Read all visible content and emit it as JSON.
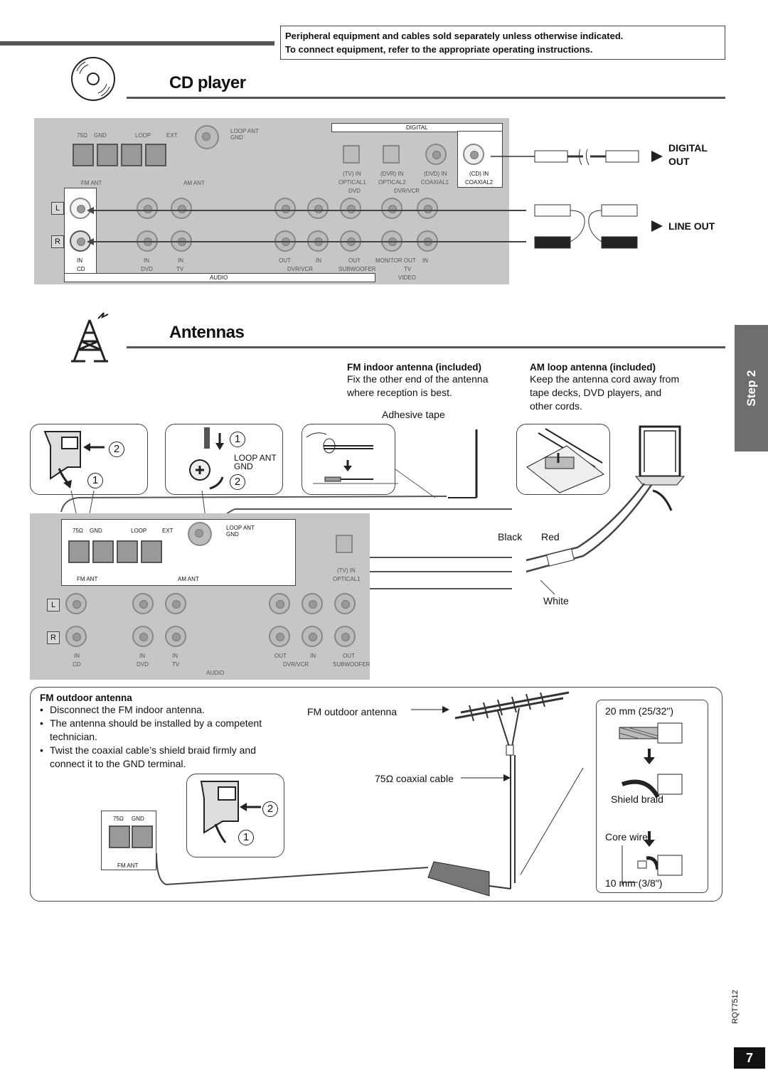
{
  "header": {
    "notice_line1": "Peripheral equipment and cables sold separately unless otherwise indicated.",
    "notice_line2": "To connect equipment, refer to the appropriate operating instructions."
  },
  "cd_section": {
    "title": "CD player",
    "panel": {
      "ohm75": "75Ω",
      "gnd": "GND",
      "loop": "LOOP",
      "ext": "EXT",
      "loop_ant": "LOOP ANT",
      "loop_ant_gnd": "GND",
      "fm_ant": "FM ANT",
      "am_ant": "AM ANT",
      "digital": "DIGITAL",
      "tv_in": "(TV) IN",
      "dvr_in": "(DVR) IN",
      "dvd_in": "(DVD) IN",
      "cd_in": "(CD) IN",
      "optical1": "OPTICAL1",
      "optical2": "OPTICAL2",
      "coaxial1": "COAXIAL1",
      "coaxial2": "COAXIAL2",
      "dvd": "DVD",
      "dvr_vcr": "DVR/VCR",
      "in": "IN",
      "out": "OUT",
      "monitor_out": "MONITOR OUT",
      "cd": "CD",
      "tv": "TV",
      "subwoofer": "SUBWOOFER",
      "audio": "AUDIO",
      "video": "VIDEO",
      "L": "L",
      "R": "R"
    },
    "digital_out": [
      "DIGITAL",
      "OUT"
    ],
    "line_out": "LINE OUT"
  },
  "antenna_section": {
    "title": "Antennas",
    "fm_indoor_heading": "FM indoor antenna (included)",
    "fm_indoor_text": [
      "Fix the other end of the antenna",
      "where reception is best."
    ],
    "adhesive_tape": "Adhesive tape",
    "am_loop_heading": "AM loop antenna (included)",
    "am_loop_text": [
      "Keep the antenna cord away from",
      "tape decks, DVD players, and",
      "other cords."
    ],
    "step_num1": "1",
    "step_num2": "2",
    "loop_ant": "LOOP ANT",
    "gnd": "GND",
    "black": "Black",
    "red": "Red",
    "white": "White"
  },
  "fm_outdoor": {
    "heading": "FM outdoor antenna",
    "bullets": [
      "Disconnect the FM indoor antenna.",
      "The antenna should be installed by a competent technician.",
      "Twist the coaxial cable’s shield braid firmly and connect it to the GND terminal."
    ],
    "antenna_label": "FM outdoor antenna",
    "coax_label": "75Ω coaxial cable",
    "dim1": "20 mm (25/32\")",
    "shield_braid": "Shield braid",
    "core_wire": "Core wire",
    "dim2": "10 mm (3/8\")",
    "ohm75": "75Ω",
    "gnd": "GND",
    "fm_ant": "FM ANT"
  },
  "side": {
    "step": "Step 2",
    "doc_code": "RQT7512",
    "page": "7"
  }
}
